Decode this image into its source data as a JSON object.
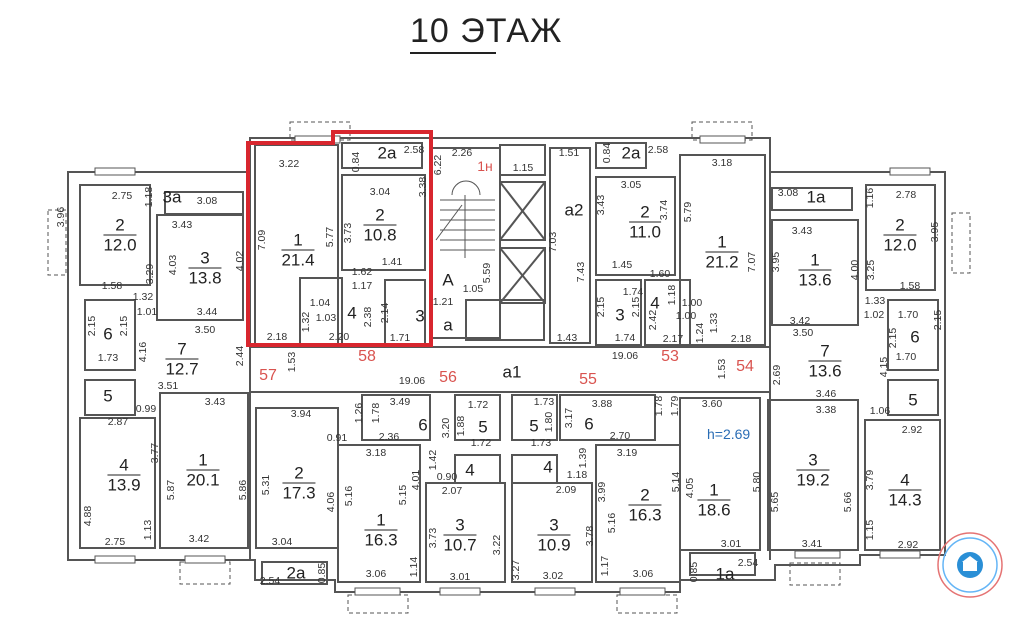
{
  "title": "10 ЭТАЖ",
  "ceiling_height": "h=2.69",
  "colors": {
    "highlight": "#d8262e",
    "section_numbers": "#d9534f",
    "ceiling_height": "#2a6db5",
    "walls": "#555555"
  },
  "rooms": [
    {
      "number": "2",
      "area": "12.0"
    },
    {
      "number": "3",
      "area": "13.8"
    },
    {
      "number": "1",
      "area": "21.4"
    },
    {
      "number": "2",
      "area": "10.8"
    },
    {
      "number": "7",
      "area": "12.7"
    },
    {
      "number": "2",
      "area": "11.0"
    },
    {
      "number": "1",
      "area": "21.2"
    },
    {
      "number": "1",
      "area": "13.6"
    },
    {
      "number": "2",
      "area": "12.0"
    },
    {
      "number": "7",
      "area": "13.6"
    },
    {
      "number": "4",
      "area": "13.9"
    },
    {
      "number": "1",
      "area": "20.1"
    },
    {
      "number": "2",
      "area": "17.3"
    },
    {
      "number": "1",
      "area": "16.3"
    },
    {
      "number": "3",
      "area": "10.7"
    },
    {
      "number": "3",
      "area": "10.9"
    },
    {
      "number": "2",
      "area": "16.3"
    },
    {
      "number": "1",
      "area": "18.6"
    },
    {
      "number": "3",
      "area": "19.2"
    },
    {
      "number": "4",
      "area": "14.3"
    }
  ],
  "labels": [
    "3а",
    "2а",
    "2а",
    "1а",
    "6",
    "5",
    "4",
    "3",
    "4",
    "3",
    "6",
    "5",
    "6",
    "5",
    "4",
    "6",
    "5",
    "4",
    "2а",
    "1а",
    "А",
    "а",
    "а1",
    "а2"
  ],
  "stair_label": "1н",
  "section_numbers": [
    "57",
    "58",
    "56",
    "55",
    "53",
    "54"
  ],
  "dims": [
    "2.75",
    "1.18",
    "3.96",
    "3.08",
    "3.43",
    "4.03",
    "4.02",
    "3.22",
    "7.09",
    "5.77",
    "3.04",
    "3.73",
    "3.38",
    "0.84",
    "2.58",
    "1.58",
    "3.29",
    "1.32",
    "1.01",
    "2.15",
    "2.15",
    "3.44",
    "3.50",
    "1.73",
    "4.16",
    "2.44",
    "1.53",
    "1.41",
    "1.62",
    "1.17",
    "1.04",
    "1.03",
    "2.38",
    "2.14",
    "1.32",
    "2.18",
    "2.20",
    "1.71",
    "2.26",
    "6.22",
    "1.51",
    "1.15",
    "5.59",
    "1.05",
    "1.21",
    "7.03",
    "7.43",
    "1.43",
    "3.05",
    "3.43",
    "3.74",
    "0.84",
    "2.58",
    "3.18",
    "5.79",
    "7.07",
    "3.95",
    "1.45",
    "1.60",
    "1.74",
    "2.15",
    "2.15",
    "2.42",
    "1.18",
    "1.00",
    "1.00",
    "1.24",
    "1.33",
    "2.17",
    "2.18",
    "1.74",
    "19.06",
    "1.53",
    "3.08",
    "1.16",
    "2.78",
    "3.43",
    "3.95",
    "3.25",
    "4.00",
    "1.58",
    "1.33",
    "1.02",
    "1.70",
    "3.42",
    "3.50",
    "2.15",
    "2.15",
    "1.70",
    "4.15",
    "2.69",
    "3.46",
    "3.38",
    "1.06",
    "19.06",
    "3.51",
    "3.43",
    "0.99",
    "2.87",
    "3.94",
    "1.26",
    "1.78",
    "3.49",
    "0.91",
    "2.36",
    "3.18",
    "1.42",
    "3.20",
    "1.72",
    "1.72",
    "1.88",
    "3.77",
    "4.88",
    "5.87",
    "5.86",
    "5.31",
    "4.06",
    "5.16",
    "5.15",
    "4.01",
    "0.90",
    "2.07",
    "1.13",
    "2.75",
    "3.42",
    "3.04",
    "3.73",
    "3.22",
    "1.14",
    "3.06",
    "3.01",
    "2.54",
    "0.85",
    "1.73",
    "1.73",
    "1.80",
    "3.17",
    "3.88",
    "1.78",
    "1.79",
    "3.60",
    "2.70",
    "3.19",
    "1.39",
    "1.18",
    "2.09",
    "3.99",
    "5.14",
    "4.05",
    "5.80",
    "5.65",
    "5.66",
    "3.79",
    "2.92",
    "2.92",
    "3.27",
    "3.78",
    "5.16",
    "3.02",
    "1.17",
    "3.06",
    "3.01",
    "3.41",
    "1.15",
    "0.85",
    "2.54"
  ]
}
